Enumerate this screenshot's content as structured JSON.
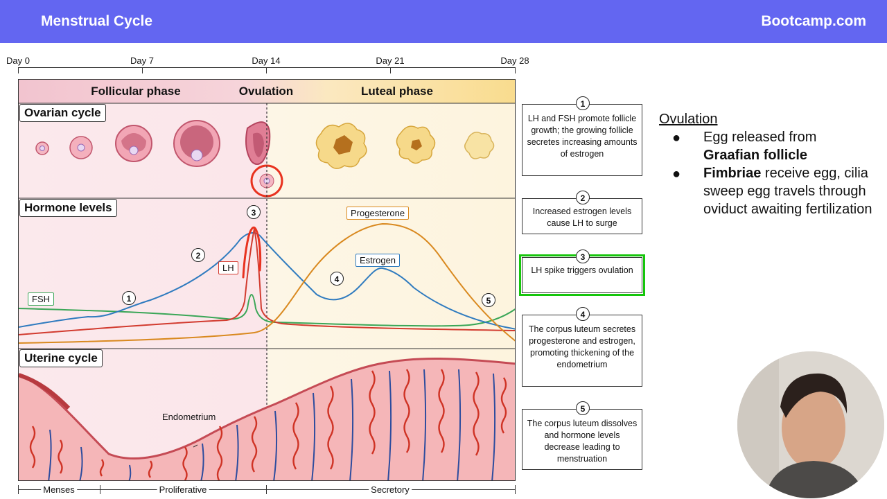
{
  "header": {
    "title": "Menstrual Cycle",
    "brand": "Bootcamp.com"
  },
  "timeline": {
    "days": [
      "Day 0",
      "Day 7",
      "Day 14",
      "Day 21",
      "Day 28"
    ]
  },
  "phases": [
    "Follicular phase",
    "Ovulation",
    "Luteal phase"
  ],
  "sections": {
    "ovarian": "Ovarian cycle",
    "hormone": "Hormone levels",
    "uterine": "Uterine cycle"
  },
  "hormones": {
    "fsh": "FSH",
    "lh": "LH",
    "estrogen": "Estrogen",
    "progesterone": "Progesterone"
  },
  "diagram_numbers": [
    "1",
    "2",
    "3",
    "4",
    "5"
  ],
  "endometrium_label": "Endometrium",
  "uterine_phases": [
    "Menses",
    "Proliferative",
    "Secretory"
  ],
  "steps": [
    {
      "num": "1",
      "text": "LH and FSH promote follicle growth; the growing follicle secretes increasing amounts of estrogen"
    },
    {
      "num": "2",
      "text": "Increased estrogen levels cause LH to surge"
    },
    {
      "num": "3",
      "text": "LH spike triggers ovulation"
    },
    {
      "num": "4",
      "text": "The corpus luteum secretes progesterone and estrogen, promoting thickening of the endometrium"
    },
    {
      "num": "5",
      "text": "The corpus luteum dissolves and hormone levels decrease leading to menstruation"
    }
  ],
  "notes": {
    "title": "Ovulation",
    "bullet1_pre": "Egg released from",
    "bullet1_bold": "Graafian follicle",
    "bullet2_bold": "Fimbriae",
    "bullet2_rest": " receive egg, cilia sweep egg travels through oviduct awaiting fertilization"
  },
  "colors": {
    "header": "#6366f1",
    "fsh": "#3aa657",
    "lh": "#d23b2f",
    "estrogen": "#2f7bbf",
    "progesterone": "#d9891f",
    "highlight": "#16c60c",
    "annotation": "#e8321f"
  }
}
